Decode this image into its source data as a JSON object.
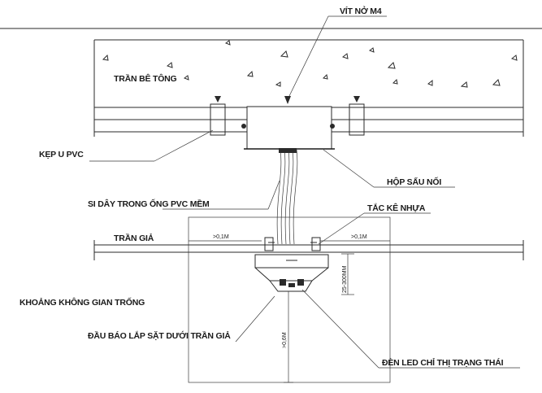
{
  "labels": {
    "vit_no": "VÍT NỞ M4",
    "tran_be_tong": "TRẦN BÊ TÔNG",
    "kep_u": "KẸP U PVC",
    "hop_sau_noi": "HỘP SẤU NỐI",
    "si_day": "SI DÂY TRONG ỐNG PVC MỀM",
    "tac_ke": "TẮC KÊ NHỰA",
    "tran_gia": "TRẦN GIẢ",
    "khoang_khong": "KHOẢNG KHÔNG GIAN TRỐNG",
    "dau_bao": "ĐẦU BÁO LẮP SẶT DƯỚI TRẦN GIẢ",
    "den_led": "ĐÈN LED CHỈ THỊ TRẠNG THÁI"
  },
  "dimensions": {
    "left_gap": ">0,1M",
    "right_gap": ">0,1M",
    "height_range": "25-300MM",
    "below_clearance": ">0,6M"
  }
}
